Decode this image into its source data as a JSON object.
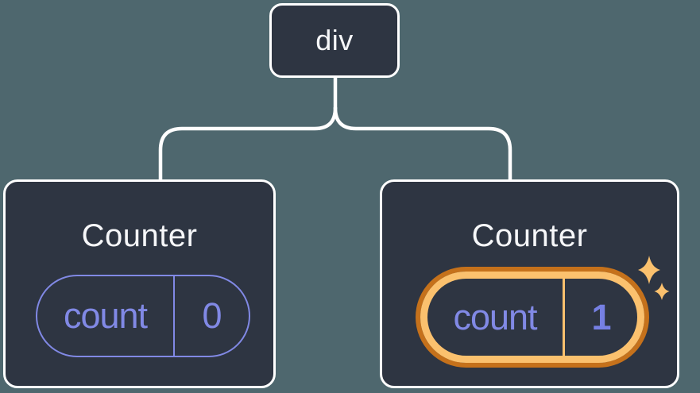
{
  "colors": {
    "bg": "#4E676E",
    "card": "#2E3542",
    "line": "#FFFFFF",
    "text-light": "#F6F7F9",
    "purple": "#8189E5",
    "purple-bold": "#7680E4",
    "orange-light": "#FBC16E",
    "orange-dark": "#C5711B"
  },
  "tree": {
    "root": {
      "label": "div"
    },
    "children": [
      {
        "title": "Counter",
        "state": {
          "key": "count",
          "value": "0"
        },
        "highlighted": false
      },
      {
        "title": "Counter",
        "state": {
          "key": "count",
          "value": "1"
        },
        "highlighted": true
      }
    ]
  }
}
